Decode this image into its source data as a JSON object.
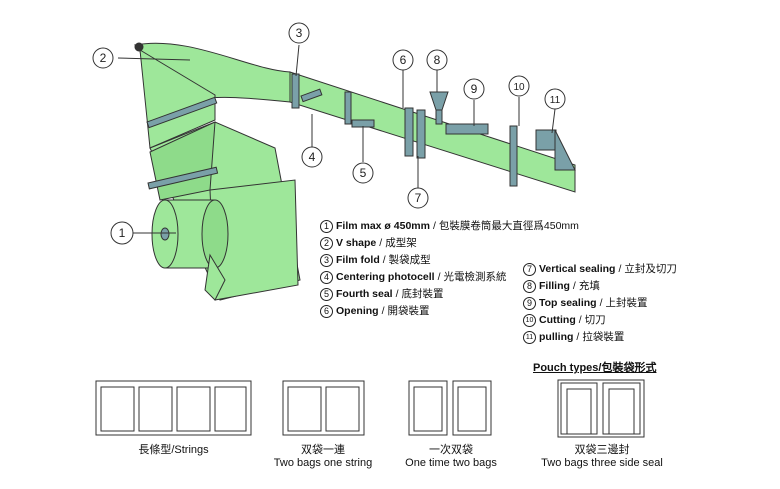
{
  "callouts": [
    "1",
    "2",
    "3",
    "4",
    "5",
    "6",
    "7",
    "8",
    "9",
    "10",
    "11"
  ],
  "legend_left": [
    {
      "n": "1",
      "en": "Film max ø 450mm",
      "zh": "包裝膜卷筒最大直徑爲450mm"
    },
    {
      "n": "2",
      "en": "V shape",
      "zh": "成型架"
    },
    {
      "n": "3",
      "en": "Film fold",
      "zh": "製袋成型"
    },
    {
      "n": "4",
      "en": "Centering photocell",
      "zh": "光電檢測系統"
    },
    {
      "n": "5",
      "en": "Fourth seal",
      "zh": "底封裝置"
    },
    {
      "n": "6",
      "en": "Opening",
      "zh": "開袋裝置"
    }
  ],
  "legend_right": [
    {
      "n": "7",
      "en": "Vertical sealing",
      "zh": "立封及切刀"
    },
    {
      "n": "8",
      "en": "Filling",
      "zh": "充填"
    },
    {
      "n": "9",
      "en": "Top sealing",
      "zh": "上封裝置"
    },
    {
      "n": "10",
      "en": "Cutting",
      "zh": "切刀"
    },
    {
      "n": "11",
      "en": "pulling",
      "zh": "拉袋裝置"
    }
  ],
  "pouch_title": "Pouch types/包裝袋形式",
  "pouches": [
    {
      "zh": "長條型/Strings",
      "en": ""
    },
    {
      "zh": "双袋一連",
      "en": "Two bags one string"
    },
    {
      "zh": "一次双袋",
      "en": "One time two bags"
    },
    {
      "zh": "双袋三邊封",
      "en": "Two bags three side seal"
    }
  ],
  "colors": {
    "film": "#9ee79a",
    "film_dark": "#6cc56a",
    "metal": "#7aa0a8",
    "outline": "#333333"
  }
}
